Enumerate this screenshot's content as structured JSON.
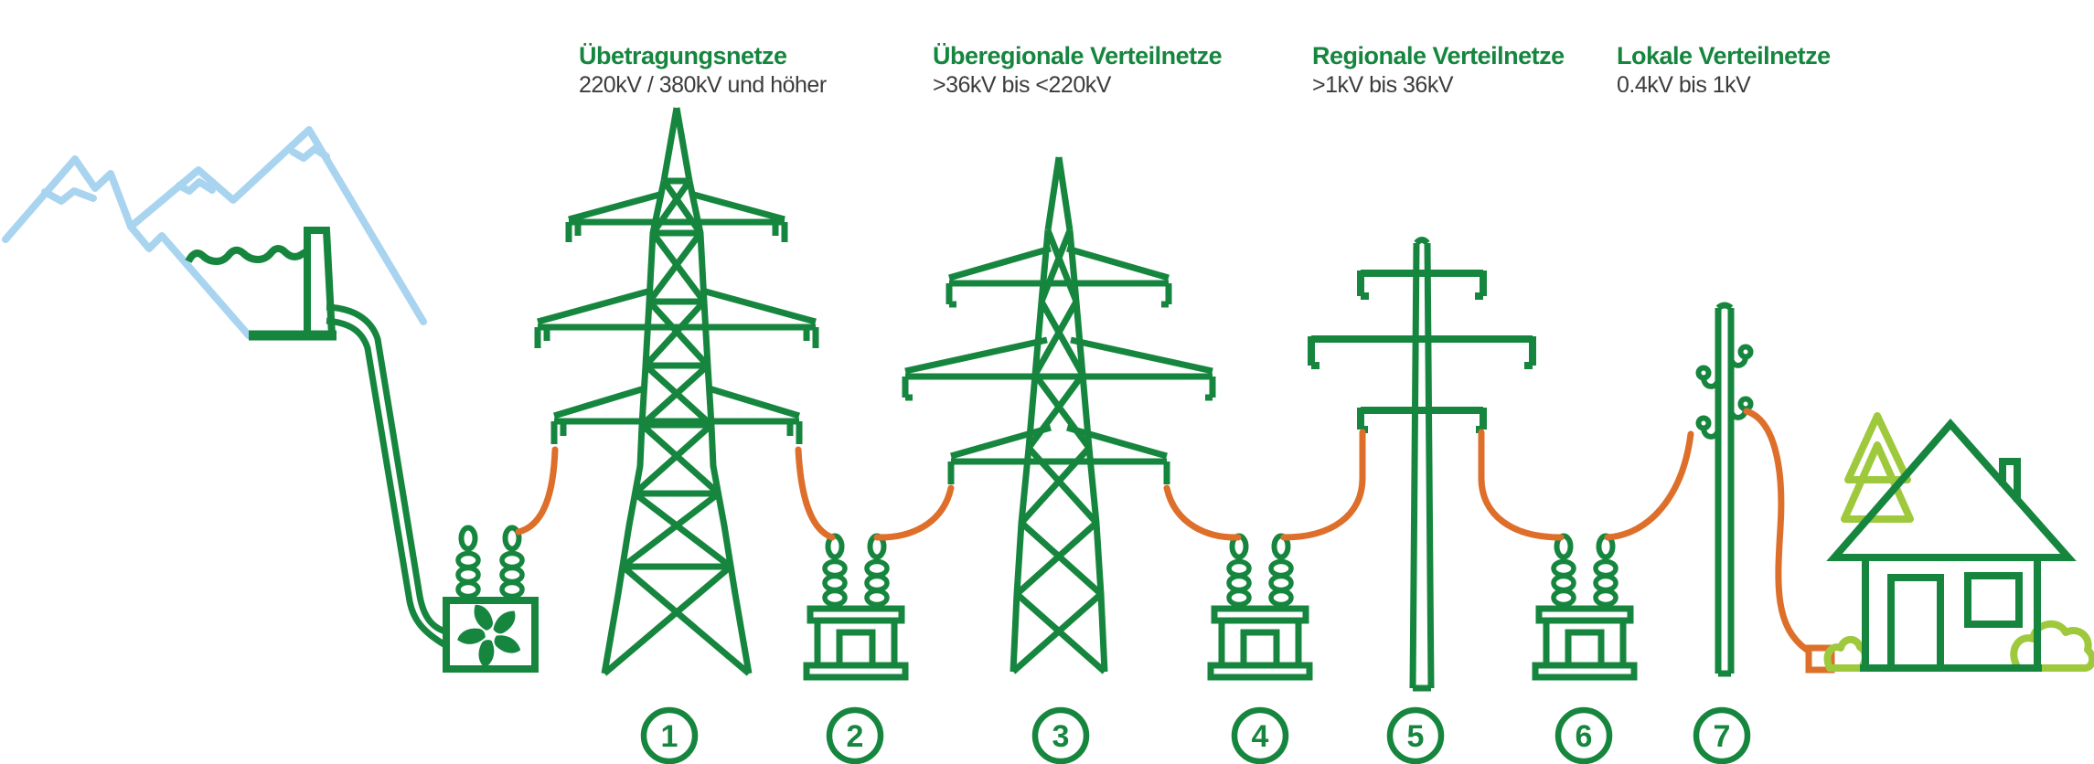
{
  "colors": {
    "green": "#16863f",
    "light_green": "#9fc93c",
    "orange": "#dd6f2a",
    "light_blue": "#a9d4f0",
    "subtitle_gray": "#3c3c3b"
  },
  "headers": [
    {
      "title": "Übetragungsnetze",
      "subtitle": "220kV / 380kV und höher"
    },
    {
      "title": "Überegionale Verteilnetze",
      "subtitle": ">36kV bis <220kV"
    },
    {
      "title": "Regionale Verteilnetze",
      "subtitle": ">1kV bis 36kV"
    },
    {
      "title": "Lokale Verteilnetze",
      "subtitle": "0.4kV bis 1kV"
    }
  ],
  "markers": [
    "1",
    "2",
    "3",
    "4",
    "5",
    "6",
    "7"
  ]
}
